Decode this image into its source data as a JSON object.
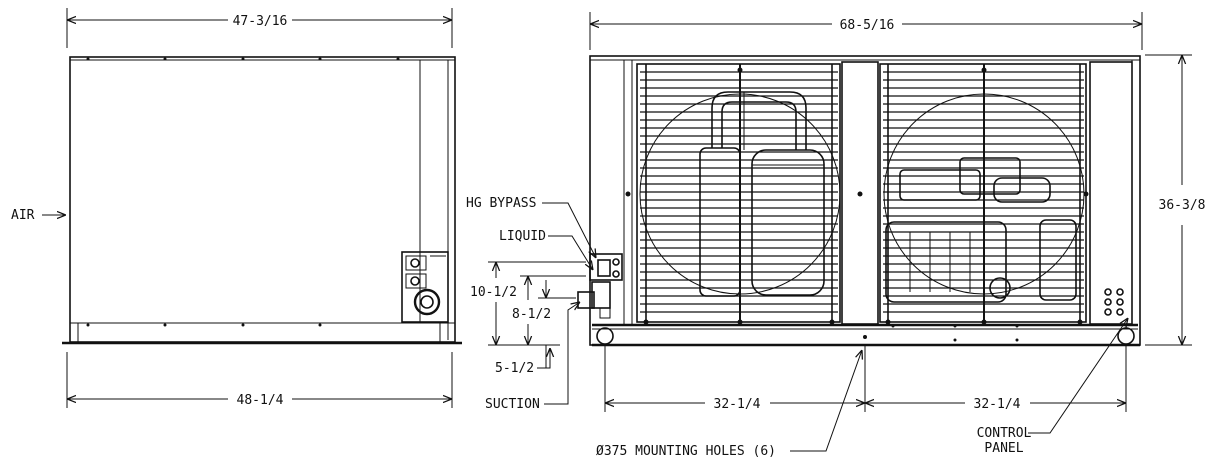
{
  "dimensions": {
    "side_width_top": "47-3/16",
    "side_width_bottom": "48-1/4",
    "front_width_top": "68-5/16",
    "front_height": "36-3/8",
    "front_half_left": "32-1/4",
    "front_half_right": "32-1/4",
    "conn_height_1": "10-1/2",
    "conn_height_2": "8-1/2",
    "conn_height_3": "5-1/2"
  },
  "labels": {
    "air": "AIR",
    "hg_bypass": "HG BYPASS",
    "liquid": "LIQUID",
    "suction": "SUCTION",
    "mounting_holes": "Ø375 MOUNTING HOLES (6)",
    "control_panel_line1": "CONTROL",
    "control_panel_line2": "PANEL"
  }
}
